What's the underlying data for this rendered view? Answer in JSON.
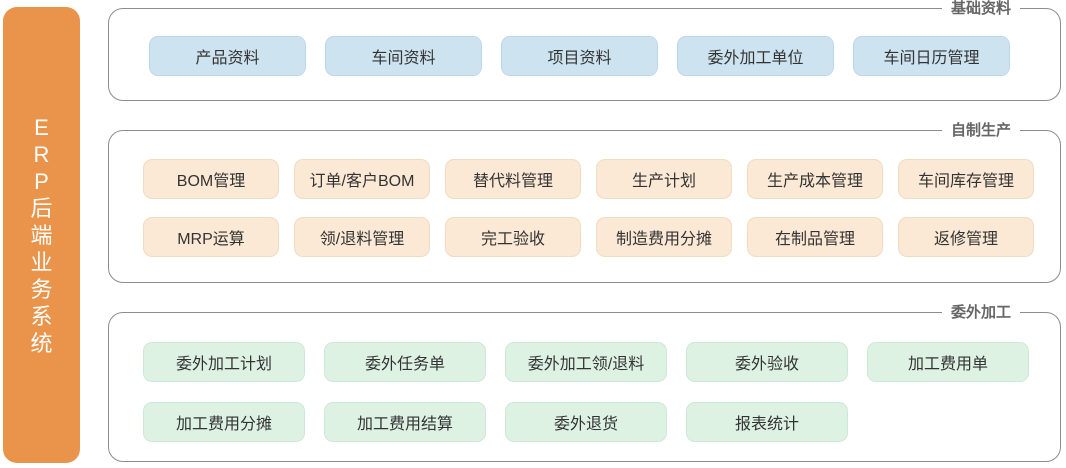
{
  "banner": {
    "title": "ERP后端业务系统",
    "bg_color": "#E9944A",
    "text_color": "#FFFFFF"
  },
  "frame_border_color": "#8D8D8D",
  "label_color": "#666666",
  "sections": [
    {
      "label": "基础资料",
      "box_color": "#CEE3F0",
      "rows": [
        [
          "产品资料",
          "车间资料",
          "项目资料",
          "委外加工单位",
          "车间日历管理"
        ]
      ]
    },
    {
      "label": "自制生产",
      "box_color": "#FBE8D5",
      "rows": [
        [
          "BOM管理",
          "订单/客户BOM",
          "替代料管理",
          "生产计划",
          "生产成本管理",
          "车间库存管理"
        ],
        [
          "MRP运算",
          "领/退料管理",
          "完工验收",
          "制造费用分摊",
          "在制品管理",
          "返修管理"
        ]
      ]
    },
    {
      "label": "委外加工",
      "box_color": "#DEF2E4",
      "rows": [
        [
          "委外加工计划",
          "委外任务单",
          "委外加工领/退料",
          "委外验收",
          "加工费用单"
        ],
        [
          "加工费用分摊",
          "加工费用结算",
          "委外退货",
          "报表统计"
        ]
      ]
    }
  ]
}
